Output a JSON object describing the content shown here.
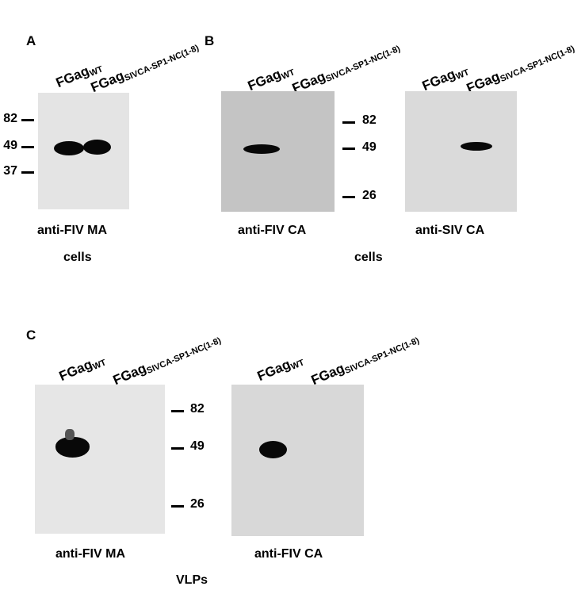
{
  "panels": {
    "A": {
      "letter": "A",
      "lane1_main": "FGag",
      "lane1_sub": "WT",
      "lane2_main": "FGag",
      "lane2_sub": "SIVCA-SP1-NC(1-8)",
      "markers": [
        "82",
        "49",
        "37"
      ],
      "caption": "anti-FIV MA",
      "group_label": "cells"
    },
    "B": {
      "letter": "B",
      "left": {
        "lane1_main": "FGag",
        "lane1_sub": "WT",
        "lane2_main": "FGag",
        "lane2_sub": "SIVCA-SP1-NC(1-8)",
        "caption": "anti-FIV CA"
      },
      "right": {
        "lane1_main": "FGag",
        "lane1_sub": "WT",
        "lane2_main": "FGag",
        "lane2_sub": "SIVCA-SP1-NC(1-8)",
        "caption": "anti-SIV CA"
      },
      "markers": [
        "82",
        "49",
        "26"
      ],
      "group_label": "cells"
    },
    "C": {
      "letter": "C",
      "left": {
        "lane1_main": "FGag",
        "lane1_sub": "WT",
        "lane2_main": "FGag",
        "lane2_sub": "SIVCA-SP1-NC(1-8)",
        "caption": "anti-FIV MA"
      },
      "right": {
        "lane1_main": "FGag",
        "lane1_sub": "WT",
        "lane2_main": "FGag",
        "lane2_sub": "SIVCA-SP1-NC(1-8)",
        "caption": "anti-FIV CA"
      },
      "markers": [
        "82",
        "49",
        "26"
      ],
      "group_label": "VLPs"
    }
  },
  "colors": {
    "blot_light": "#e4e4e4",
    "blot_dark": "#c4c4c4",
    "band": "#080808"
  }
}
